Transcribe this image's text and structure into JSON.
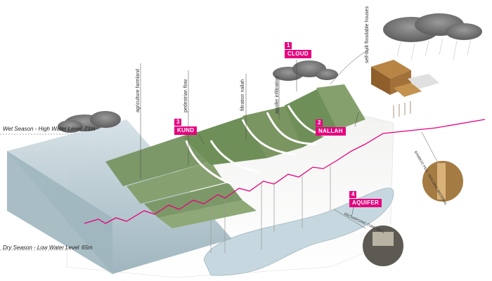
{
  "levels": {
    "wet_label": "Wet Season - High Water Level",
    "wet_value": "71m",
    "dry_label": "Dry Season - Low Water Level",
    "dry_value": "65m"
  },
  "callouts": [
    {
      "num": "1",
      "tag": "CLOUD"
    },
    {
      "num": "2",
      "tag": "NALLAH"
    },
    {
      "num": "3",
      "tag": "KUND"
    },
    {
      "num": "4",
      "tag": "AQUIFER"
    }
  ],
  "vertical_labels": [
    "agriculture farmland",
    "pedestrian flow",
    "filtration nallah",
    "aquifer infiltration",
    "self-built floodable houses"
  ],
  "detail_labels": {
    "bamboo": "BAMBOO PILE - BUILDING MATERIAL",
    "tube_well": "RECHARGING TUBE WELL"
  },
  "colors": {
    "accent": "#e6007e",
    "grass": "#6f8f58",
    "water": "#b9ccd4",
    "ground": "#e8ebe8"
  }
}
